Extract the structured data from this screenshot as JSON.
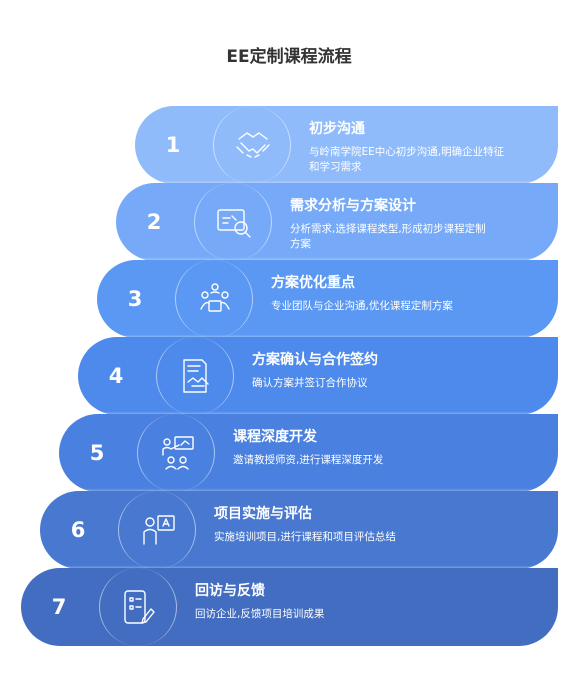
{
  "title": "EE定制课程流程",
  "colors": [
    "#8FBBFB",
    "#76AAF8",
    "#5A98F3",
    "#4E8AEB",
    "#4A80DF",
    "#4878D0",
    "#426DC0"
  ],
  "steps": [
    {
      "number": "1",
      "title": "初步沟通",
      "desc": "与岭南学院EE中心初步沟通,明确企业特征和学习需求",
      "icon": "handshake-icon"
    },
    {
      "number": "2",
      "title": "需求分析与方案设计",
      "desc": "分析需求,选择课程类型,形成初步课程定制方案",
      "icon": "analysis-icon"
    },
    {
      "number": "3",
      "title": "方案优化重点",
      "desc": "专业团队与企业沟通,优化课程定制方案",
      "icon": "team-meeting-icon"
    },
    {
      "number": "4",
      "title": "方案确认与合作签约",
      "desc": "确认方案并签订合作协议",
      "icon": "contract-icon"
    },
    {
      "number": "5",
      "title": "课程深度开发",
      "desc": "邀请教授师资,进行课程深度开发",
      "icon": "teaching-icon"
    },
    {
      "number": "6",
      "title": "项目实施与评估",
      "desc": "实施培训项目,进行课程和项目评估总结",
      "icon": "evaluation-icon"
    },
    {
      "number": "7",
      "title": "回访与反馈",
      "desc": "回访企业,反馈项目培训成果",
      "icon": "feedback-icon"
    }
  ]
}
